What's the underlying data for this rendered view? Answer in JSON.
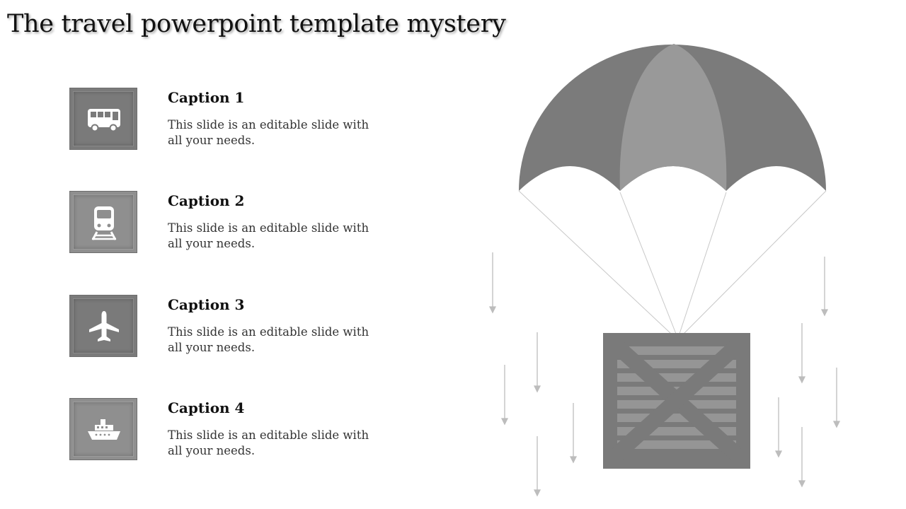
{
  "title": "The travel powerpoint template mystery",
  "items": [
    {
      "caption": "Caption 1",
      "text": "This slide is an editable slide with all your needs.",
      "icon": "bus-icon"
    },
    {
      "caption": "Caption 2",
      "text": "This slide is an editable slide with all your needs.",
      "icon": "train-icon"
    },
    {
      "caption": "Caption 3",
      "text": "This slide is an editable slide with all your needs.",
      "icon": "airplane-icon"
    },
    {
      "caption": "Caption 4",
      "text": "This slide is an editable slide with all your needs.",
      "icon": "ship-icon"
    }
  ],
  "colors": {
    "canopy_dark": "#7b7b7b",
    "canopy_light": "#999999",
    "crate": "#7a7a7a",
    "icon_tile_dark": "#7a7a7a",
    "icon_tile_light": "#8f8f8f",
    "rope": "#c8c8c8",
    "arrows": "#bdbdbd"
  },
  "illustration": {
    "parachute-icon": "parachute",
    "crate-icon": "wooden crate"
  }
}
